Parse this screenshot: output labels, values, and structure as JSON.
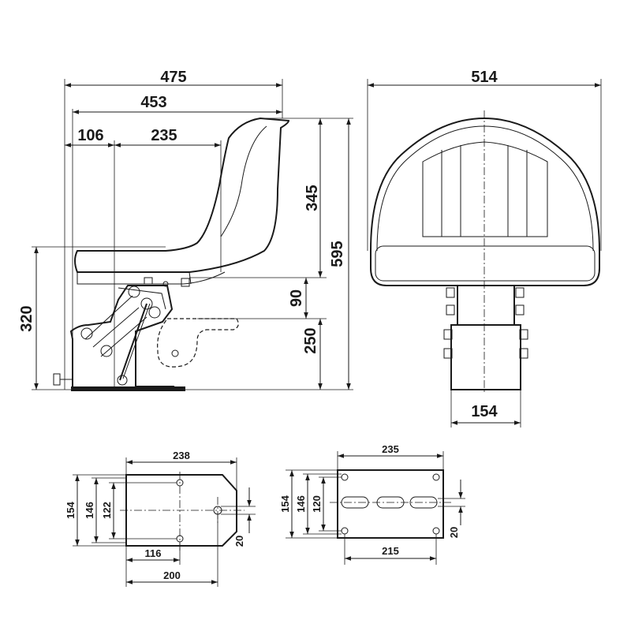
{
  "side_view": {
    "dims": {
      "overall_width": "475",
      "seat_depth": "453",
      "front_offset": "106",
      "pivot_offset": "235",
      "backrest_height": "345",
      "overall_height": "595",
      "seat_height": "320",
      "adjust_range": "90",
      "mount_height": "250"
    }
  },
  "front_view": {
    "dims": {
      "backrest_width": "514",
      "post_width": "154"
    }
  },
  "plate_left": {
    "dims": {
      "length": "238",
      "hole_spacing": "116",
      "slot_distance": "200",
      "width": "154",
      "inner_width": "146",
      "hole_pitch": "122",
      "offset": "20"
    }
  },
  "plate_right": {
    "dims": {
      "length": "235",
      "hole_spacing": "215",
      "width": "154",
      "inner_width": "146",
      "slot_pitch": "120",
      "offset": "20"
    }
  }
}
